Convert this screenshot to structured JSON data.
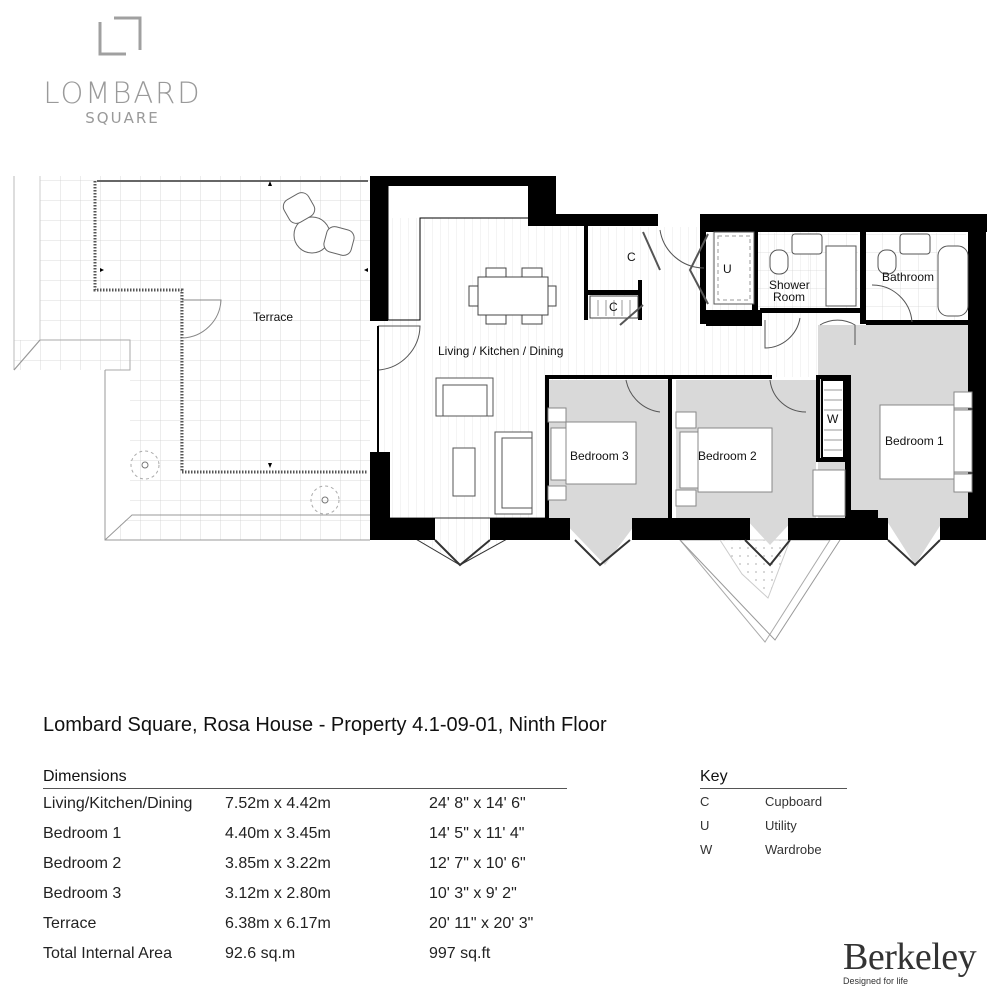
{
  "logo": {
    "name": "LOMBARD",
    "sub": "SQUARE"
  },
  "plan": {
    "rooms": {
      "terrace": "Terrace",
      "living": "Living / Kitchen / Dining",
      "cupboard_1": "C",
      "cupboard_2": "C",
      "utility": "U",
      "shower_room_1": "Shower",
      "shower_room_2": "Room",
      "bathroom": "Bathroom",
      "bedroom_3": "Bedroom 3",
      "bedroom_2": "Bedroom 2",
      "bedroom_1": "Bedroom 1",
      "wardrobe": "W"
    },
    "colors": {
      "wall": "#000000",
      "bedroom_fill": "#d9d9d9",
      "grid": "#c8c8c8"
    }
  },
  "title": "Lombard Square, Rosa House - Property 4.1-09-01, Ninth Floor",
  "dimensions": {
    "heading": "Dimensions",
    "rows": [
      {
        "room": "Living/Kitchen/Dining",
        "metric": "7.52m x 4.42m",
        "imperial": "24' 8\" x 14' 6\""
      },
      {
        "room": "Bedroom 1",
        "metric": "4.40m x 3.45m",
        "imperial": "14' 5\" x 11' 4\""
      },
      {
        "room": "Bedroom 2",
        "metric": "3.85m x 3.22m",
        "imperial": "12' 7\" x 10' 6\""
      },
      {
        "room": "Bedroom 3",
        "metric": "3.12m x 2.80m",
        "imperial": "10' 3\" x 9' 2\""
      },
      {
        "room": "Terrace",
        "metric": "6.38m x 6.17m",
        "imperial": "20' 11\" x 20' 3\""
      },
      {
        "room": "Total Internal Area",
        "metric": "92.6 sq.m",
        "imperial": "997 sq.ft"
      }
    ]
  },
  "key": {
    "heading": "Key",
    "items": [
      {
        "code": "C",
        "label": "Cupboard"
      },
      {
        "code": "U",
        "label": "Utility"
      },
      {
        "code": "W",
        "label": "Wardrobe"
      }
    ]
  },
  "brand": {
    "name": "Berkeley",
    "tagline": "Designed for life"
  }
}
